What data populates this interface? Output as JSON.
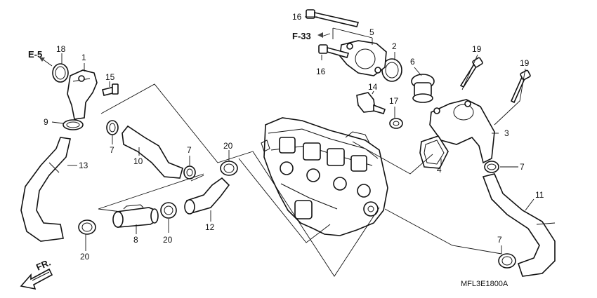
{
  "refs": {
    "e5": "E-5",
    "f33": "F-33",
    "fr": "FR."
  },
  "callouts": {
    "c1": "1",
    "c2": "2",
    "c3": "3",
    "c4": "4",
    "c5": "5",
    "c6": "6",
    "c7a": "7",
    "c7b": "7",
    "c7c": "7",
    "c7d": "7",
    "c8": "8",
    "c9": "9",
    "c10": "10",
    "c11": "11",
    "c12": "12",
    "c13": "13",
    "c14": "14",
    "c15": "15",
    "c16a": "16",
    "c16b": "16",
    "c17": "17",
    "c18": "18",
    "c19a": "19",
    "c19b": "19",
    "c20a": "20",
    "c20b": "20",
    "c20c": "20"
  },
  "diagram_code": "MFL3E1800A"
}
